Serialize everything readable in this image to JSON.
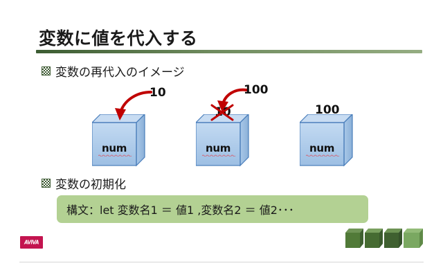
{
  "slide": {
    "title": "変数に値を代入する",
    "bullets": [
      {
        "marker": "checkered-square-bullet",
        "label": "変数の再代入のイメージ"
      },
      {
        "marker": "checkered-square-bullet",
        "label": "変数の初期化"
      }
    ],
    "diagram": {
      "boxes": [
        {
          "name": "num",
          "top_value": "",
          "arrow_value": "10",
          "struck_value": ""
        },
        {
          "name": "num",
          "top_value": "",
          "arrow_value": "100",
          "struck_value": "10"
        },
        {
          "name": "num",
          "top_value": "100",
          "arrow_value": "",
          "struck_value": ""
        }
      ]
    },
    "syntax_box": {
      "text": "構文：let 変数名1 ＝ 値1 ,変数名2 ＝ 値2･･･"
    },
    "footer": {
      "logo_text": "AVIVA"
    },
    "colors": {
      "title_rule_dark": "#3c5c32",
      "title_rule_light": "#95ad82",
      "bullet_green": "#3f5b34",
      "box_fill": "#a9c8e8",
      "box_stroke": "#4a7ebb",
      "arrow_red": "#c00000",
      "syntax_bg": "#b3d193",
      "logo_bg": "#c3144f",
      "footer_rule": "#d6d6d6",
      "block_green": "#4f7a3a"
    }
  }
}
